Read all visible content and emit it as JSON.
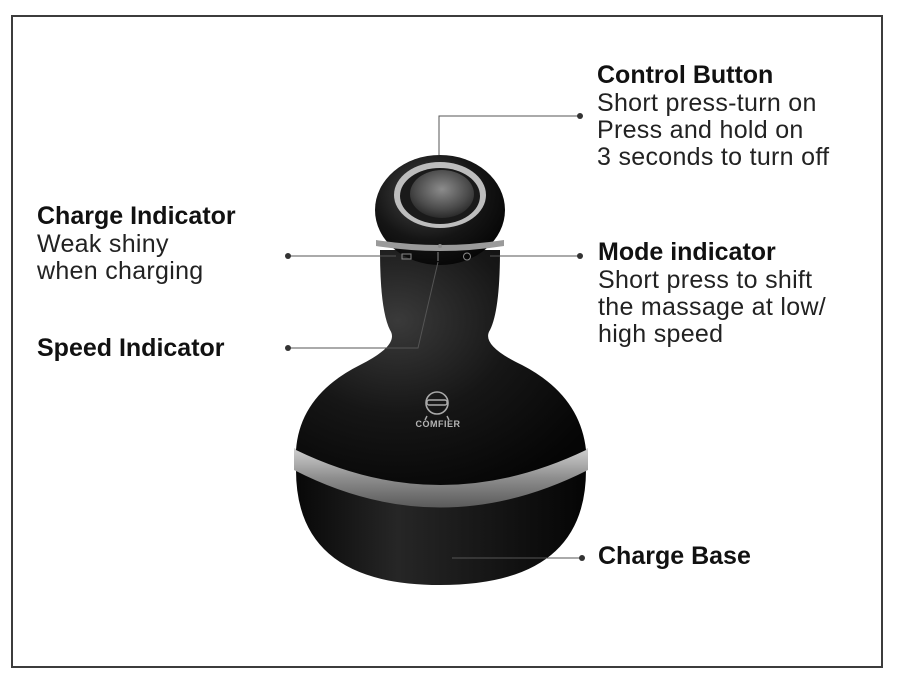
{
  "brand": "COMFIER",
  "callouts": {
    "control_button": {
      "title": "Control Button",
      "lines": [
        "Short press-turn on",
        "Press and hold on",
        "3 seconds to turn off"
      ]
    },
    "charge_indicator": {
      "title": "Charge Indicator",
      "lines": [
        "Weak shiny",
        "when charging"
      ]
    },
    "speed_indicator": {
      "title": "Speed Indicator"
    },
    "mode_indicator": {
      "title": "Mode indicator",
      "lines": [
        "Short press to shift",
        "the massage at low/",
        "high speed"
      ]
    },
    "charge_base": {
      "title": "Charge Base"
    }
  },
  "colors": {
    "body": "#141414",
    "ring": "#9a9a9a",
    "leader_line": "#555555",
    "frame": "#3c3c3c"
  }
}
